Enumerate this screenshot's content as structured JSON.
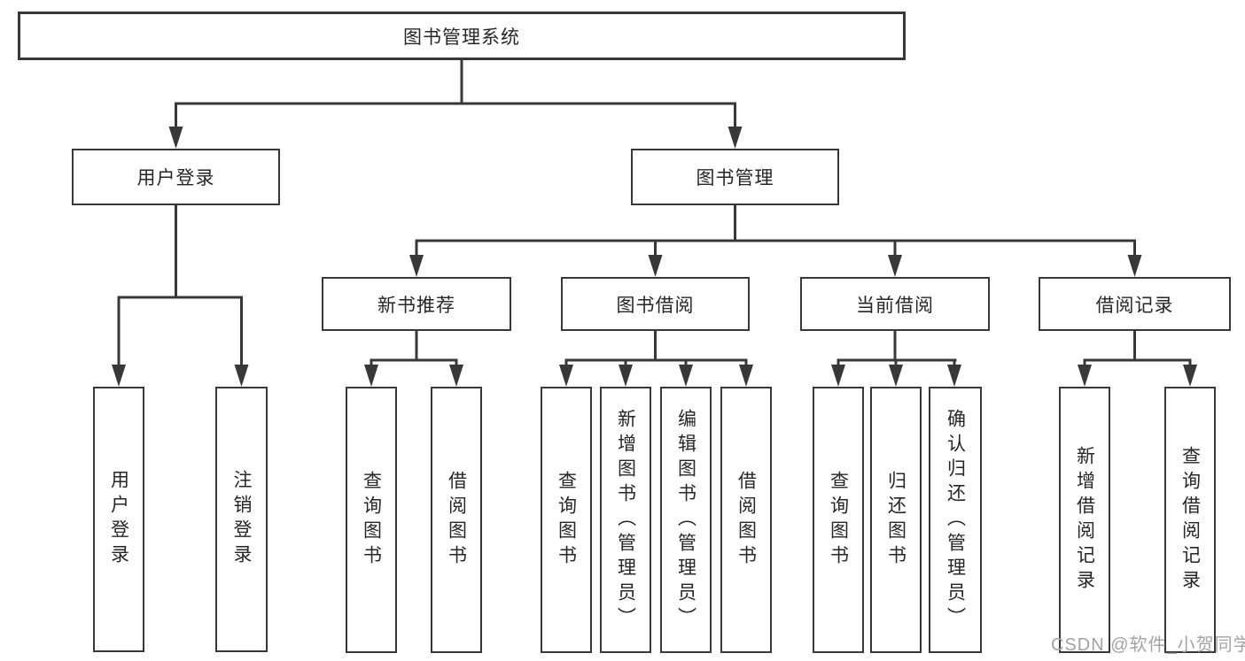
{
  "diagram": {
    "root": {
      "label": "图书管理系统"
    },
    "level2": [
      {
        "label": "用户登录"
      },
      {
        "label": "图书管理"
      }
    ],
    "level3": [
      {
        "label": "新书推荐"
      },
      {
        "label": "图书借阅"
      },
      {
        "label": "当前借阅"
      },
      {
        "label": "借阅记录"
      }
    ],
    "leaves": {
      "user_login": [
        "用户登录",
        "注销登录"
      ],
      "new_book_recommend": [
        "查询图书",
        "借阅图书"
      ],
      "book_borrow": [
        "查询图书",
        "新增图书（管理员）",
        "编辑图书（管理员）",
        "借阅图书"
      ],
      "current_borrow": [
        "查询图书",
        "归还图书",
        "确认归还（管理员）"
      ],
      "borrow_records": [
        "新增借阅记录",
        "查询借阅记录"
      ]
    }
  },
  "watermark": {
    "text": "CSDN @软件_小贺同学"
  },
  "colors": {
    "line": "#383838",
    "border": "#383838",
    "text": "#262626",
    "background": "#ffffff",
    "watermark": "#a3a3a3"
  }
}
